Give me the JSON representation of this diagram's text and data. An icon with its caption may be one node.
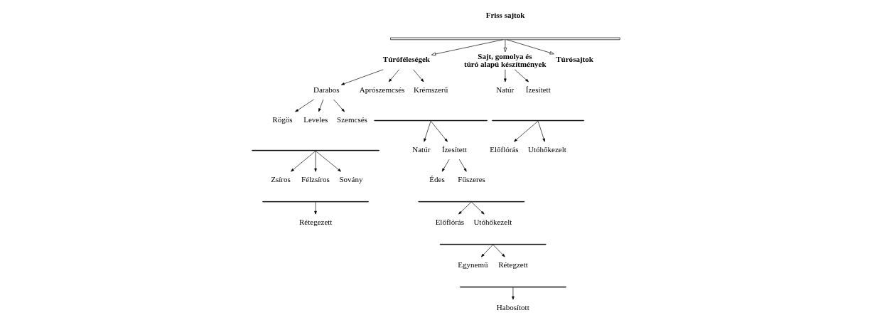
{
  "diagram": {
    "nodes": [
      {
        "text": [
          "Friss sajtok"
        ]
      },
      {
        "text": [],
        "shape": "bar"
      },
      {
        "text": [
          "Túróféleségek"
        ]
      },
      {
        "text": [
          "Sajt, gomolya és túró alapú készítmények"
        ]
      },
      {
        "text": [
          "Túrósajtok"
        ]
      },
      {
        "text": [
          "Darabos"
        ]
      },
      {
        "text": [
          "Aprószemcsés"
        ]
      },
      {
        "text": [
          "Krémszerű"
        ]
      },
      {
        "text": [],
        "shape": "bar"
      },
      {
        "text": [
          "Rögös"
        ]
      },
      {
        "text": [
          "Leveles"
        ]
      },
      {
        "text": [
          "Szemcsés"
        ]
      },
      {
        "text": [],
        "shape": "bar"
      },
      {
        "text": [
          "Natúr"
        ]
      },
      {
        "text": [
          "Ízesített"
        ]
      },
      {
        "text": [
          "Zsíros"
        ]
      },
      {
        "text": [
          "Félzsíros"
        ]
      },
      {
        "text": [
          "Sovány"
        ]
      },
      {
        "text": [],
        "shape": "bar"
      },
      {
        "text": [
          "Rétegezett"
        ]
      },
      {
        "text": [
          "Édes"
        ]
      },
      {
        "text": [
          "Fűszeres"
        ]
      },
      {
        "text": [],
        "shape": "bar"
      },
      {
        "text": [
          "Előflórás"
        ]
      },
      {
        "text": [
          "Utóhőkezelt"
        ]
      },
      {
        "text": [],
        "shape": "bar"
      },
      {
        "text": [
          "Egynemű"
        ]
      },
      {
        "text": [
          "Rétegzett"
        ]
      },
      {
        "text": [],
        "shape": "bar"
      },
      {
        "text": [
          "Habosított"
        ]
      },
      {
        "text": [
          "Natúr"
        ]
      },
      {
        "text": [
          "Ízesített"
        ]
      },
      {
        "text": [],
        "shape": "bar"
      },
      {
        "text": [
          "Előflórás"
        ]
      },
      {
        "text": [
          "Utóhőkezelt"
        ]
      }
    ],
    "edges": [
      {
        "from": 1,
        "to": 2,
        "arrow": "to"
      },
      {
        "from": 1,
        "to": 3,
        "arrow": "to"
      },
      {
        "from": 1,
        "to": 4,
        "arrow": "to"
      },
      {
        "from": 2,
        "to": 5,
        "arrow": "to"
      },
      {
        "from": 2,
        "to": 6,
        "arrow": "to"
      },
      {
        "from": 2,
        "to": 7,
        "arrow": "to"
      },
      {
        "from": 8,
        "to": 13,
        "arrow": "to"
      },
      {
        "from": 8,
        "to": 14,
        "arrow": "to"
      },
      {
        "from": 5,
        "to": 9,
        "arrow": "to"
      },
      {
        "from": 5,
        "to": 10,
        "arrow": "to"
      },
      {
        "from": 5,
        "to": 11,
        "arrow": "to"
      },
      {
        "from": 12,
        "to": 15,
        "arrow": "to"
      },
      {
        "from": 12,
        "to": 16,
        "arrow": "to"
      },
      {
        "from": 12,
        "to": 17,
        "arrow": "to"
      },
      {
        "from": 18,
        "to": 19,
        "arrow": "to"
      },
      {
        "from": 14,
        "to": 20,
        "arrow": "to"
      },
      {
        "from": 14,
        "to": 21,
        "arrow": "to"
      },
      {
        "from": 22,
        "to": 23,
        "arrow": "to"
      },
      {
        "from": 22,
        "to": 24,
        "arrow": "to"
      },
      {
        "from": 25,
        "to": 26,
        "arrow": "to"
      },
      {
        "from": 25,
        "to": 27,
        "arrow": "to"
      },
      {
        "from": 28,
        "to": 29,
        "arrow": "to"
      },
      {
        "from": 3,
        "to": 30,
        "arrow": "to"
      },
      {
        "from": 3,
        "to": 31,
        "arrow": "to"
      },
      {
        "from": 32,
        "to": 33,
        "arrow": "to"
      },
      {
        "from": 32,
        "to": 34,
        "arrow": "to"
      }
    ]
  }
}
